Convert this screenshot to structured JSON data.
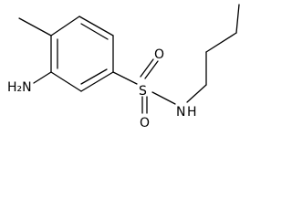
{
  "molecule": {
    "atoms": {
      "amino_label": "H₂N",
      "sulfur_label": "S",
      "oxygen_top_label": "O",
      "oxygen_bottom_label": "O",
      "nitrogen_label": "N",
      "nh_hydrogen_label": "H"
    },
    "colors": {
      "bond": "#000000",
      "text": "#000000",
      "background": "#ffffff"
    }
  }
}
